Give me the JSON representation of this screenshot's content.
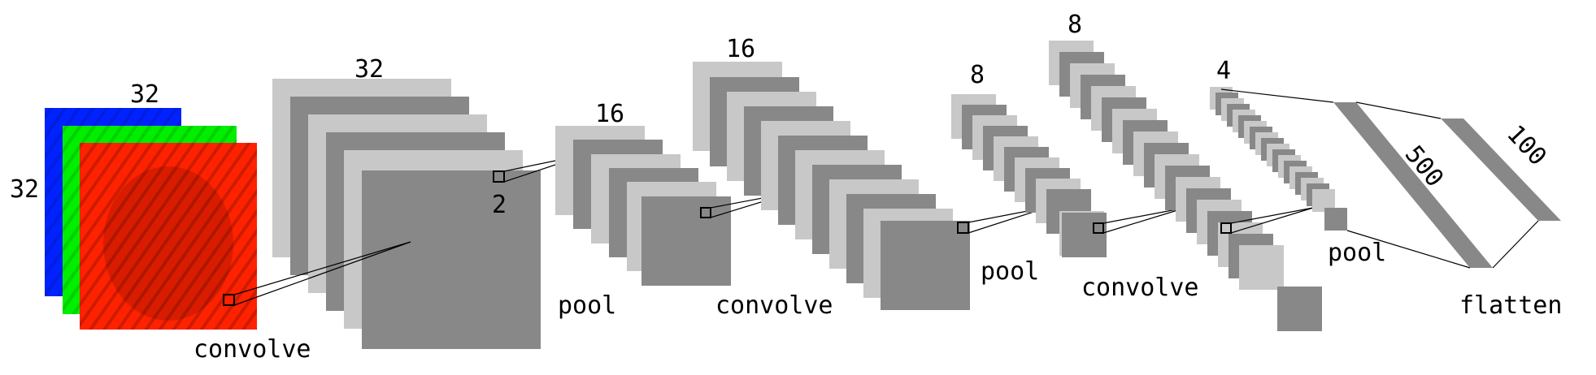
{
  "colors": {
    "light": "#c8c8c8",
    "dark": "#888888",
    "red": "#ff2200",
    "green": "#00ee00",
    "blue": "#0022ff",
    "line": "#000000"
  },
  "input": {
    "channels": [
      "blue",
      "green",
      "red"
    ],
    "width_label": "32",
    "height_label": "32"
  },
  "layers": [
    {
      "name": "conv1",
      "size_label": "32",
      "op_label": "convolve",
      "kernel_label": "2"
    },
    {
      "name": "pool1",
      "size_label": "16",
      "op_label": "pool"
    },
    {
      "name": "conv2",
      "size_label": "16",
      "op_label": "convolve"
    },
    {
      "name": "pool2",
      "size_label": "8",
      "op_label": "pool"
    },
    {
      "name": "conv3",
      "size_label": "8",
      "op_label": "convolve"
    },
    {
      "name": "pool3",
      "size_label": "4",
      "op_label": "pool"
    }
  ],
  "dense": [
    {
      "name": "fc1",
      "size_label": "500"
    },
    {
      "name": "fc2",
      "size_label": "100"
    }
  ],
  "flatten_label": "flatten"
}
